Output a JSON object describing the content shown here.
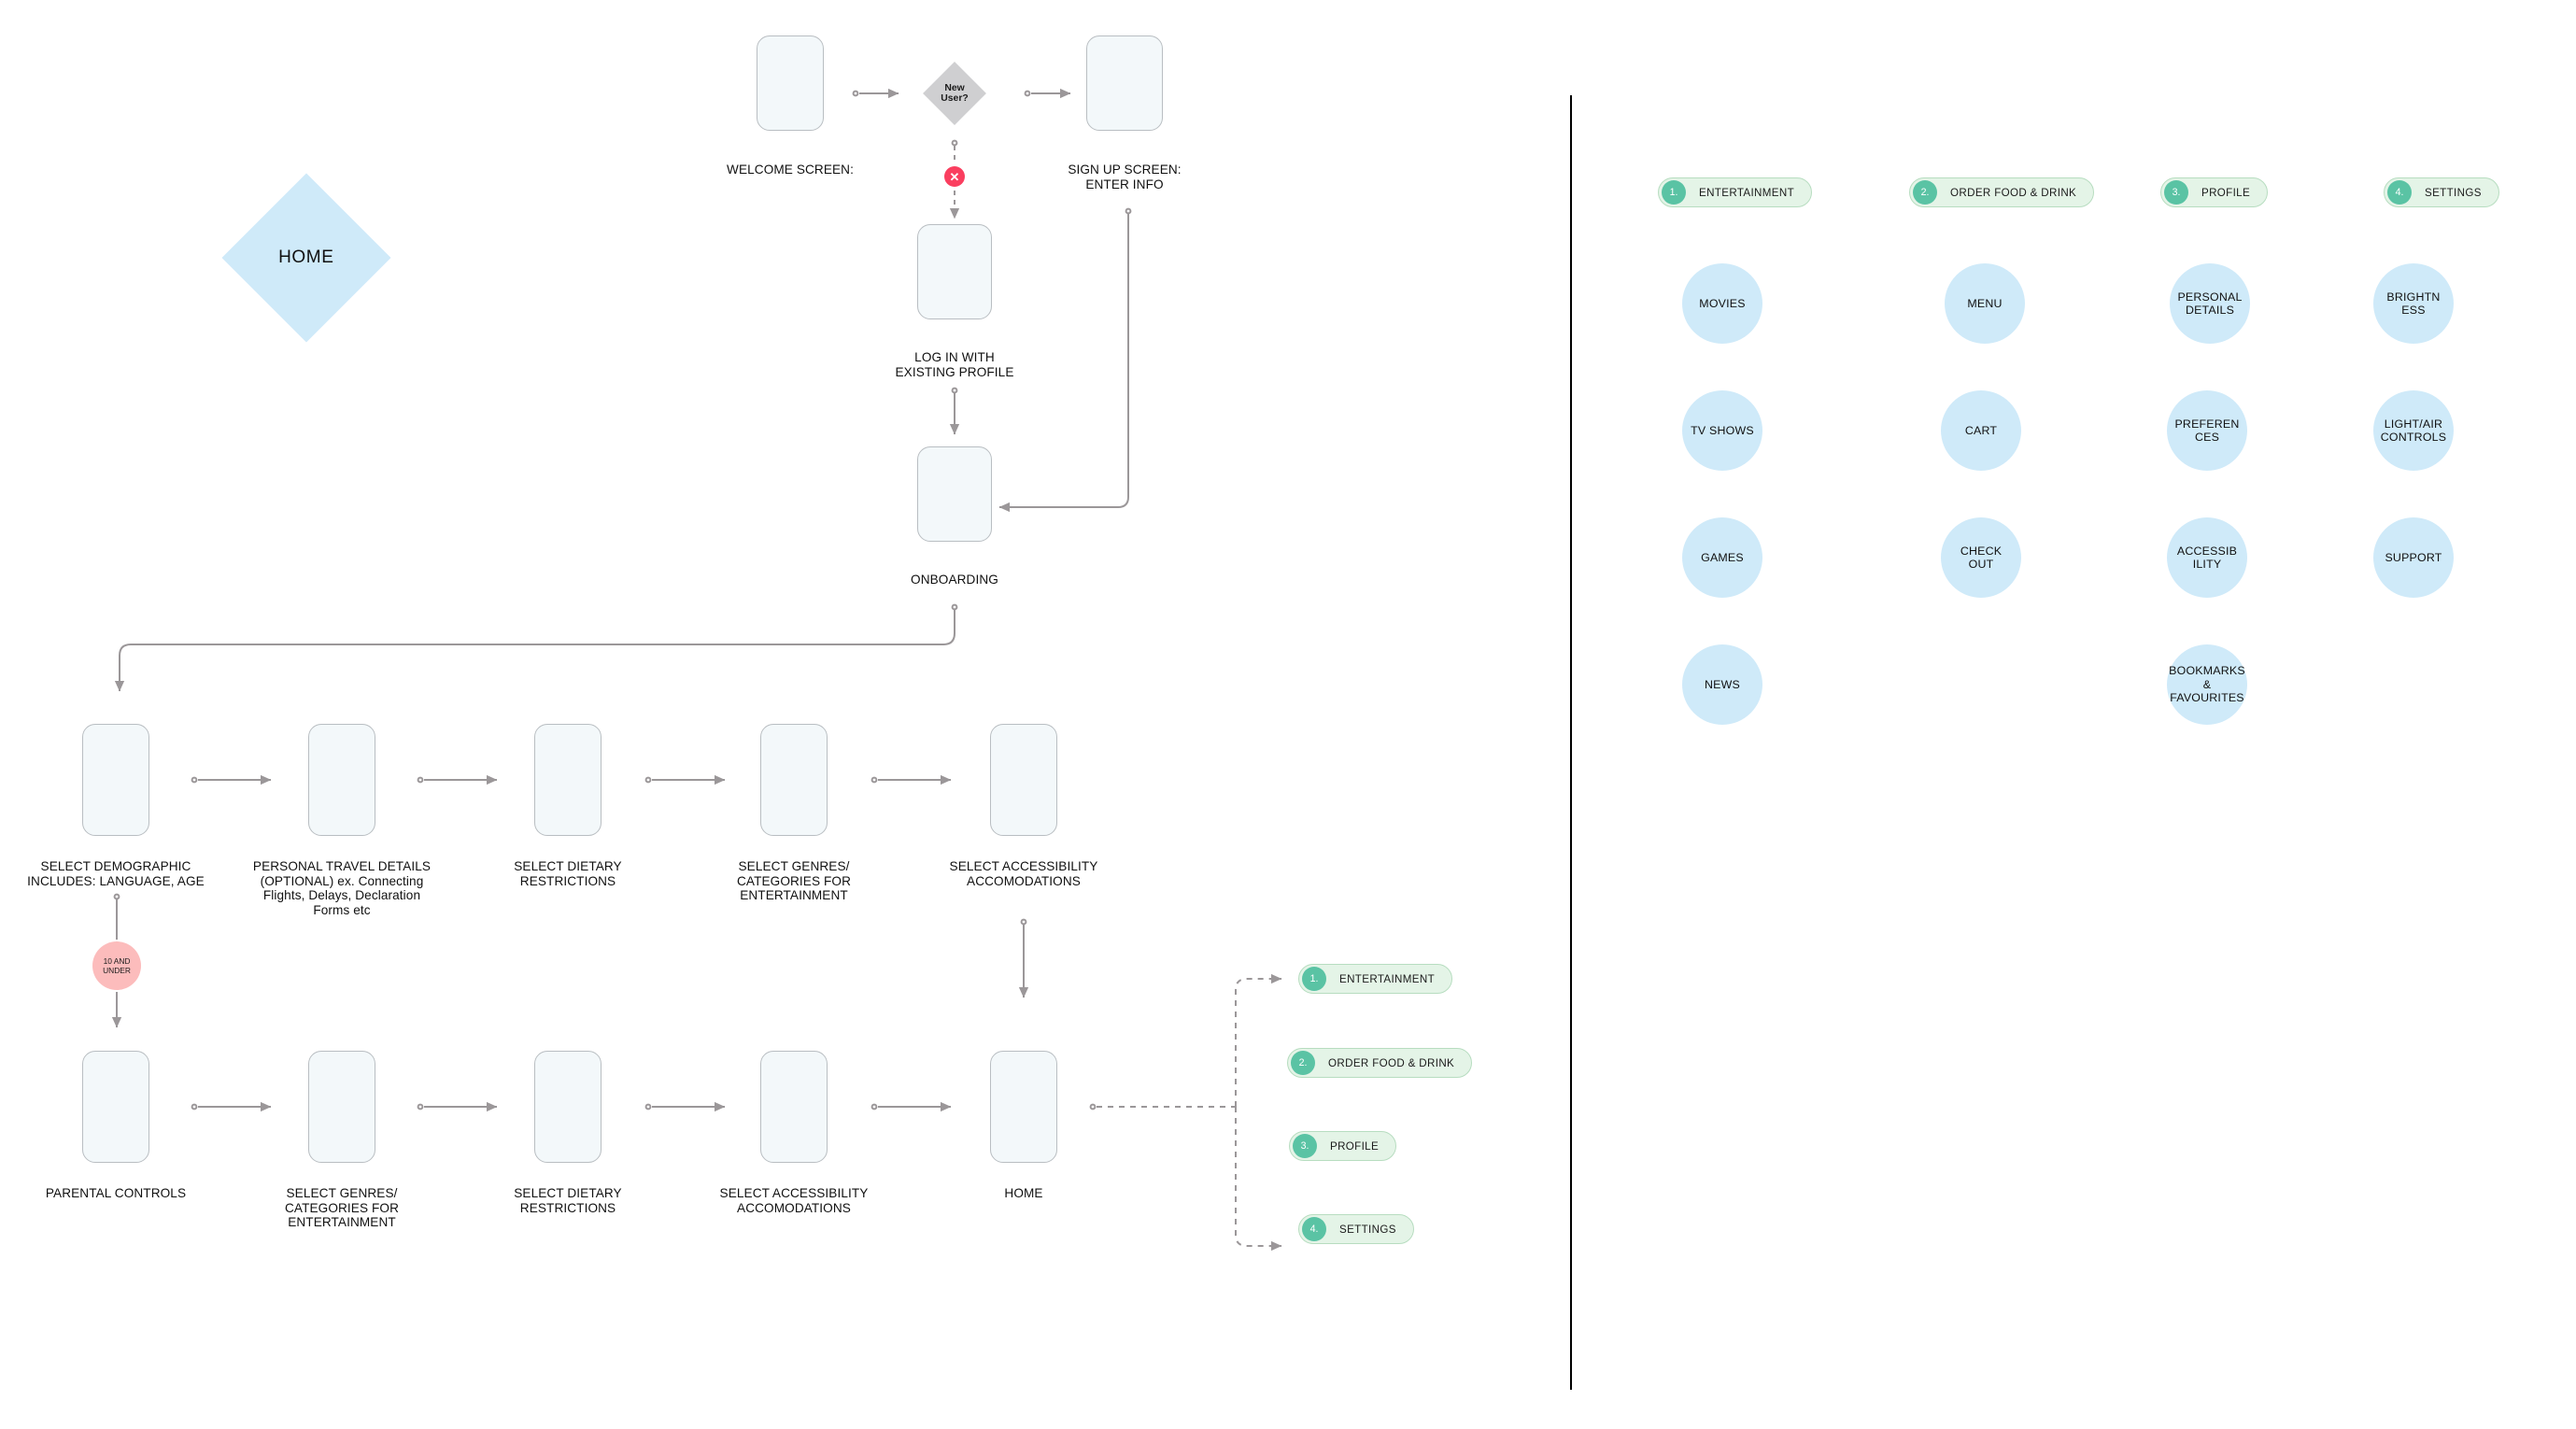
{
  "colors": {
    "screen_fill": "#f3f8fa",
    "screen_border": "#b9bec2",
    "blue_shape": "#cfeaf9",
    "grey_diamond": "#cfcfd1",
    "pink_circle": "#fcbcbc",
    "error_red": "#fa3e5f",
    "pill_fill": "#e4f4e7",
    "pill_border": "#b7ddc0",
    "pill_number": "#5ac3a4",
    "connector": "#9b9799",
    "divider": "#000000"
  },
  "left_panel": {
    "home_diamond": {
      "label": "HOME"
    },
    "decision": {
      "label": "New User?"
    },
    "error_badge": {
      "icon": "close-icon",
      "glyph": "✕"
    },
    "age_gate": {
      "label": "10 AND\nUNDER"
    },
    "screens": [
      {
        "id": "welcome",
        "caption": "WELCOME SCREEN:"
      },
      {
        "id": "signup",
        "caption": "SIGN UP SCREEN:\nENTER INFO"
      },
      {
        "id": "login",
        "caption": "LOG IN WITH\nEXISTING PROFILE"
      },
      {
        "id": "onboarding",
        "caption": "ONBOARDING"
      },
      {
        "id": "demographic",
        "caption": "SELECT DEMOGRAPHIC\nINCLUDES: LANGUAGE, AGE"
      },
      {
        "id": "travel",
        "caption": "PERSONAL TRAVEL DETAILS\n(OPTIONAL) ex. Connecting\nFlights, Delays, Declaration\nForms etc"
      },
      {
        "id": "dietary-1",
        "caption": "SELECT DIETARY\nRESTRICTIONS"
      },
      {
        "id": "genres-1",
        "caption": "SELECT GENRES/\nCATEGORIES FOR\nENTERTAINMENT"
      },
      {
        "id": "accessibility-1",
        "caption": "SELECT ACCESSIBILITY\nACCOMODATIONS"
      },
      {
        "id": "parental",
        "caption": "PARENTAL CONTROLS"
      },
      {
        "id": "genres-2",
        "caption": "SELECT GENRES/\nCATEGORIES FOR\nENTERTAINMENT"
      },
      {
        "id": "dietary-2",
        "caption": "SELECT DIETARY\nRESTRICTIONS"
      },
      {
        "id": "accessibility-2",
        "caption": "SELECT ACCESSIBILITY\nACCOMODATIONS"
      },
      {
        "id": "home-screen",
        "caption": "HOME"
      }
    ],
    "menu_pills": [
      {
        "num": "1.",
        "label": "ENTERTAINMENT"
      },
      {
        "num": "2.",
        "label": "ORDER FOOD & DRINK"
      },
      {
        "num": "3.",
        "label": "PROFILE"
      },
      {
        "num": "4.",
        "label": "SETTINGS"
      }
    ]
  },
  "right_panel": {
    "columns": [
      {
        "pill": {
          "num": "1.",
          "label": "ENTERTAINMENT"
        },
        "items": [
          {
            "label": "MOVIES"
          },
          {
            "label": "TV SHOWS"
          },
          {
            "label": "GAMES"
          },
          {
            "label": "NEWS"
          }
        ]
      },
      {
        "pill": {
          "num": "2.",
          "label": "ORDER FOOD & DRINK"
        },
        "items": [
          {
            "label": "MENU"
          },
          {
            "label": "CART"
          },
          {
            "label": "CHECK\nOUT"
          }
        ]
      },
      {
        "pill": {
          "num": "3.",
          "label": "PROFILE"
        },
        "items": [
          {
            "label": "PERSONAL\nDETAILS"
          },
          {
            "label": "PREFEREN\nCES"
          },
          {
            "label": "ACCESSIB\nILITY"
          },
          {
            "label": "BOOKMARKS\n&\nFAVOURITES"
          }
        ]
      },
      {
        "pill": {
          "num": "4.",
          "label": "SETTINGS"
        },
        "items": [
          {
            "label": "BRIGHTN\nESS"
          },
          {
            "label": "LIGHT/AIR\nCONTROLS"
          },
          {
            "label": "SUPPORT"
          }
        ]
      }
    ]
  }
}
